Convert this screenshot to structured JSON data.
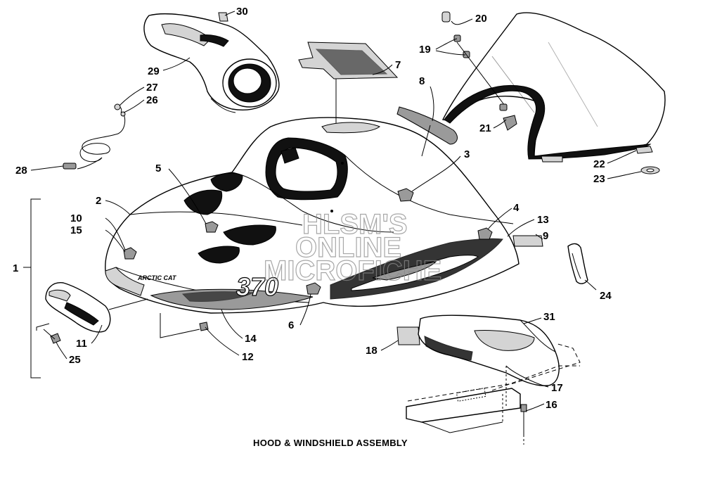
{
  "caption": "HOOD & WINDSHIELD ASSEMBLY",
  "watermark": [
    "HLSM'S",
    "ONLINE",
    "MICROFICHE"
  ],
  "hood_brand": "ARCTIC CAT",
  "hood_model": "370",
  "callouts": [
    {
      "id": "c1",
      "label": "1"
    },
    {
      "id": "c2",
      "label": "2"
    },
    {
      "id": "c3",
      "label": "3"
    },
    {
      "id": "c4",
      "label": "4"
    },
    {
      "id": "c5",
      "label": "5"
    },
    {
      "id": "c6",
      "label": "6"
    },
    {
      "id": "c7",
      "label": "7"
    },
    {
      "id": "c8",
      "label": "8"
    },
    {
      "id": "c9",
      "label": "9"
    },
    {
      "id": "c10",
      "label": "10"
    },
    {
      "id": "c11",
      "label": "11"
    },
    {
      "id": "c12",
      "label": "12"
    },
    {
      "id": "c13",
      "label": "13"
    },
    {
      "id": "c14",
      "label": "14"
    },
    {
      "id": "c15",
      "label": "15"
    },
    {
      "id": "c16",
      "label": "16"
    },
    {
      "id": "c17",
      "label": "17"
    },
    {
      "id": "c18",
      "label": "18"
    },
    {
      "id": "c19",
      "label": "19"
    },
    {
      "id": "c20",
      "label": "20"
    },
    {
      "id": "c21",
      "label": "21"
    },
    {
      "id": "c22",
      "label": "22"
    },
    {
      "id": "c23",
      "label": "23"
    },
    {
      "id": "c24",
      "label": "24"
    },
    {
      "id": "c25",
      "label": "25"
    },
    {
      "id": "c26",
      "label": "26"
    },
    {
      "id": "c27",
      "label": "27"
    },
    {
      "id": "c28",
      "label": "28"
    },
    {
      "id": "c29",
      "label": "29"
    },
    {
      "id": "c30",
      "label": "30"
    },
    {
      "id": "c31",
      "label": "31"
    }
  ]
}
